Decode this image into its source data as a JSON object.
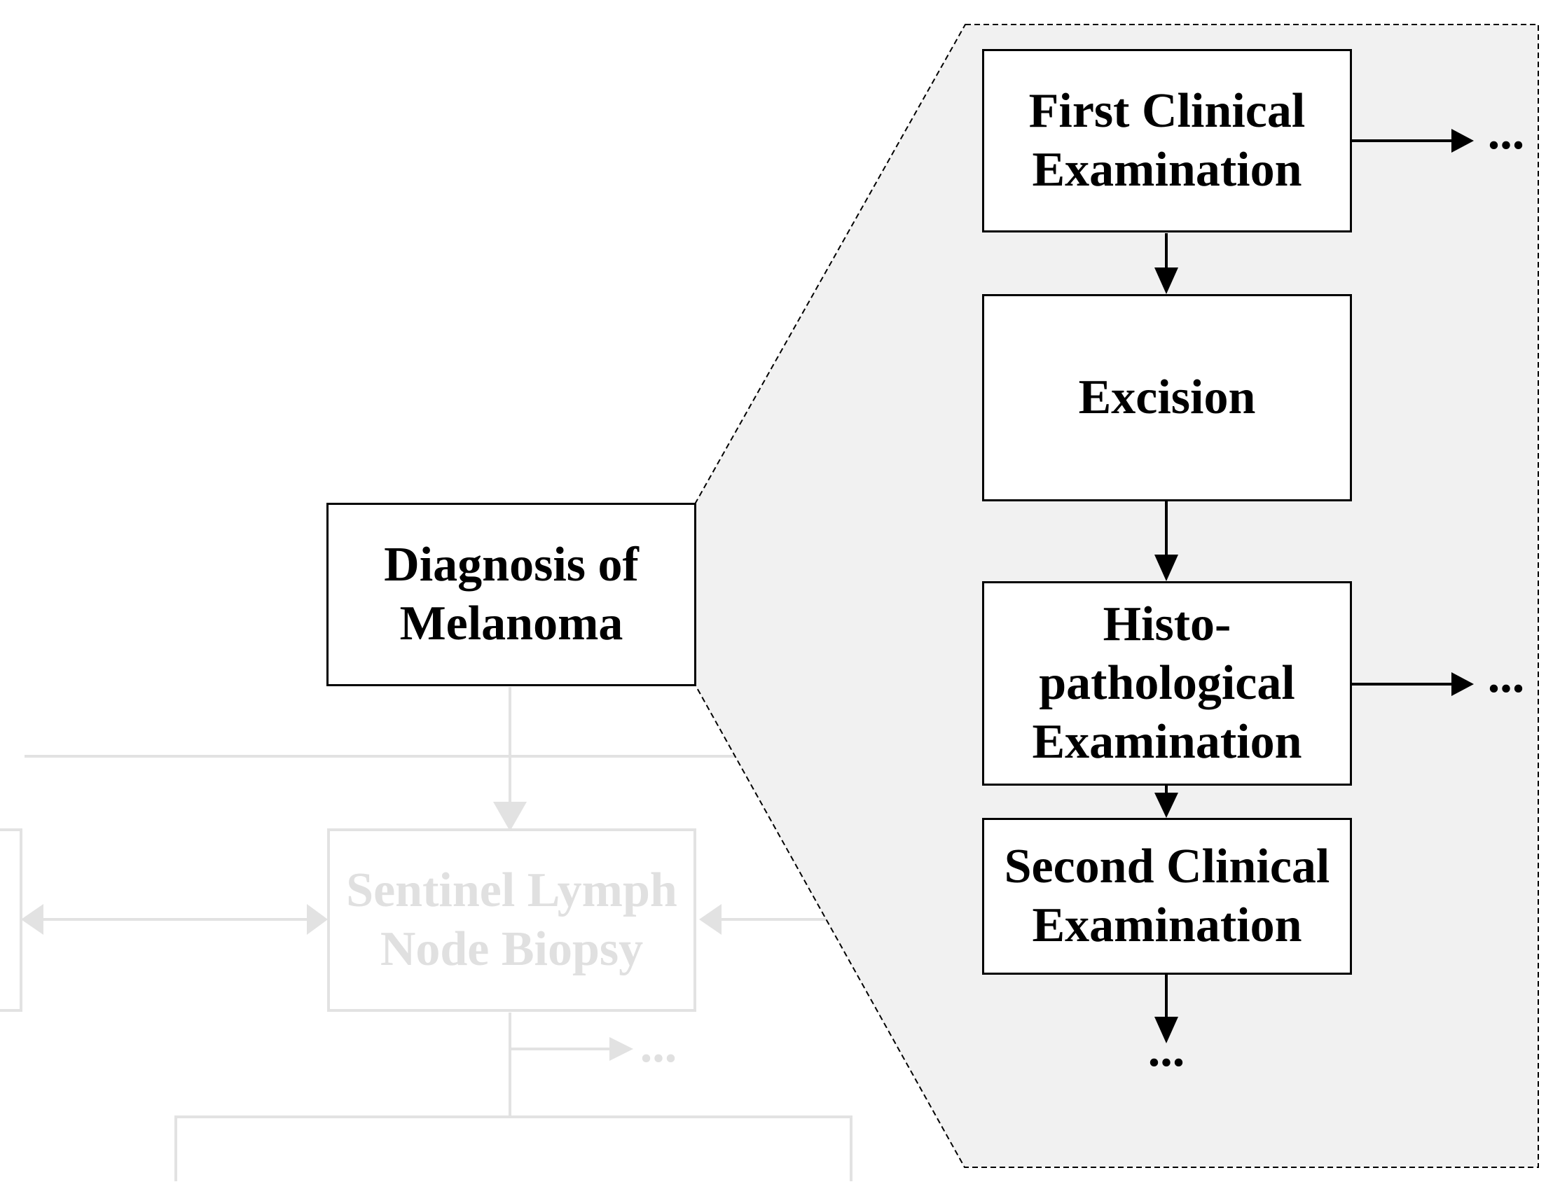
{
  "figure": {
    "title_hint": "Melanoma diagnosis workflow with magnified detail panel",
    "ellipsis": "...",
    "colors": {
      "background": "#ffffff",
      "line_black": "#000000",
      "panel_fill": "#f1f1f1",
      "panel_border": "#000000",
      "faded_line": "#e2e2e2",
      "faded_text": "#e0e0e0"
    },
    "main_box": {
      "lines": [
        "Diagnosis of",
        "Melanoma"
      ]
    },
    "panel": {
      "boxes": [
        {
          "lines": [
            "First Clinical",
            "Examination"
          ]
        },
        {
          "lines": [
            "Excision"
          ]
        },
        {
          "lines": [
            "Histo-",
            "pathological",
            "Examination"
          ]
        },
        {
          "lines": [
            "Second Clinical",
            "Examination"
          ]
        }
      ]
    },
    "faded_flow": {
      "sentinel_box": {
        "lines": [
          "Sentinel Lymph",
          "Node Biopsy"
        ]
      }
    }
  }
}
